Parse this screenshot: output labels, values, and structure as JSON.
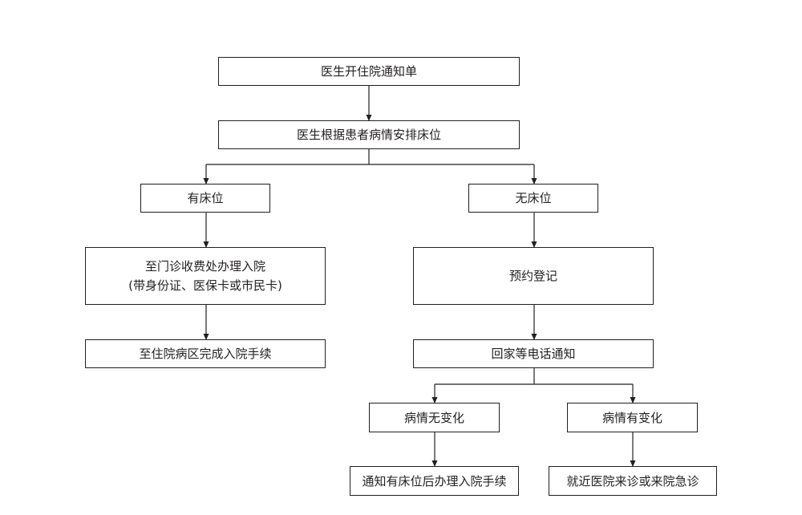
{
  "flowchart": {
    "doctor_notice": "医生开住院通知单",
    "arrange_bed": "医生根据患者病情安排床位",
    "has_bed": "有床位",
    "no_bed": "无床位",
    "admission_office_line1": "至门诊收费处办理入院",
    "admission_office_line2": "(带身份证、医保卡或市民卡)",
    "ward_admission": "至住院病区完成入院手续",
    "reservation": "预约登记",
    "wait_phone_notice": "回家等电话通知",
    "condition_stable": "病情无变化",
    "condition_changed": "病情有变化",
    "notify_when_bed": "通知有床位后办理入院手续",
    "nearby_hospital": "就近医院来诊或来院急诊"
  },
  "colors": {
    "line": "#231f20",
    "box_fill": "#ffffff"
  }
}
